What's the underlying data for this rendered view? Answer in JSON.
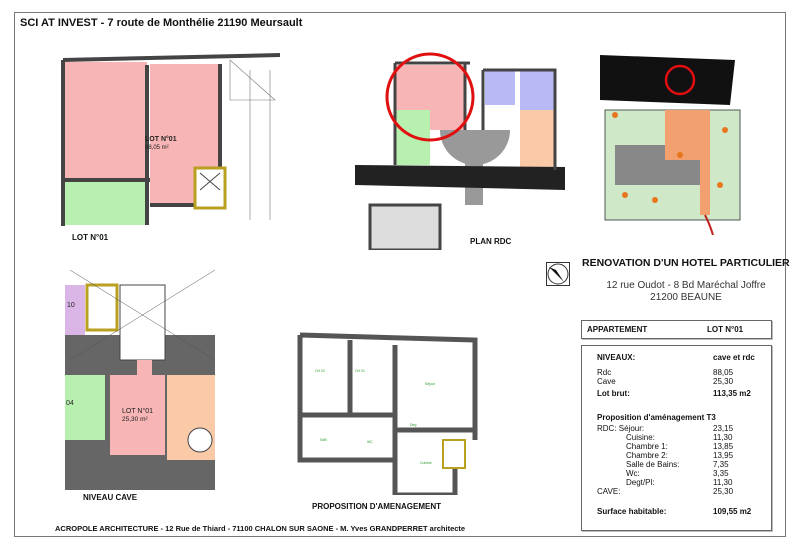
{
  "header": {
    "title": "SCI AT INVEST - 7 route de Monthélie 21190 Meursault"
  },
  "plans": {
    "lot01": {
      "label": "LOT N°01",
      "room_label": "LOT N°01",
      "room_area": "88,05 m²"
    },
    "rdc": {
      "label": "PLAN RDC"
    },
    "cave": {
      "label": "NIVEAU CAVE",
      "room_label": "LOT N°01",
      "room_area": "25,30 m²",
      "side_left": "04",
      "side_top": "10"
    },
    "amenagement": {
      "label": "PROPOSITION D'AMENAGEMENT"
    }
  },
  "project": {
    "title": "RENOVATION D'UN HOTEL PARTICULIER",
    "address1": "12 rue Oudot - 8 Bd Maréchal Joffre",
    "address2": "21200 BEAUNE"
  },
  "summary": {
    "type": "APPARTEMENT",
    "lot": "LOT N°01",
    "rows": [
      {
        "k": "NIVEAUX:",
        "v": "cave et rdc",
        "bold": true
      },
      {
        "k": "Rdc",
        "v": "88,05"
      },
      {
        "k": "Cave",
        "v": "25,30"
      },
      {
        "k": "Lot brut:",
        "v": "113,35 m2",
        "bold": true
      },
      {
        "k": "Proposition d'aménagement T3",
        "v": "",
        "bold": true
      },
      {
        "k": "RDC: Séjour:",
        "v": "23,15"
      },
      {
        "k": "Cuisine:",
        "v": "11,30",
        "indent": true
      },
      {
        "k": "Chambre 1:",
        "v": "13,85",
        "indent": true
      },
      {
        "k": "Chambre 2:",
        "v": "13,95",
        "indent": true
      },
      {
        "k": "Salle de Bains:",
        "v": "7,35",
        "indent": true
      },
      {
        "k": "Wc:",
        "v": "3,35",
        "indent": true
      },
      {
        "k": "Degt/Pl:",
        "v": "11,30",
        "indent": true
      },
      {
        "k": "CAVE:",
        "v": "25,30"
      },
      {
        "k": "Surface habitable:",
        "v": "109,55 m2",
        "bold": true
      }
    ]
  },
  "footer": {
    "text": "ACROPOLE ARCHITECTURE - 12 Rue de Thiard - 71100 CHALON SUR SAONE - M. Yves GRANDPERRET architecte"
  },
  "colors": {
    "pink": "#f7b5b5",
    "green": "#b8f0b0",
    "blue": "#b9b9f5",
    "peach": "#f9c9a8",
    "purple": "#d9b6e6",
    "red": "#e01010",
    "wall": "#444444"
  }
}
